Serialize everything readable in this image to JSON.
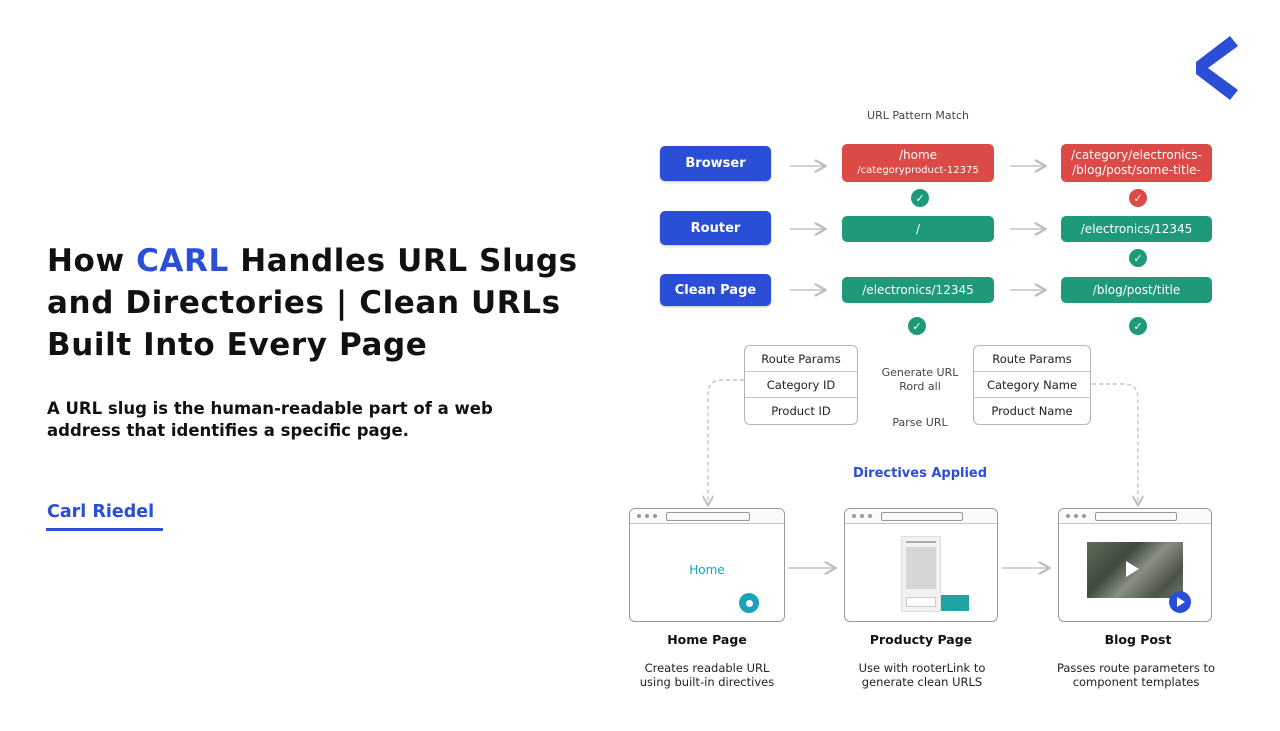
{
  "headline": {
    "part1": "How ",
    "accent": "CARL",
    "part2": " Handles URL Slugs and Directories | Clean URLs Built Into Every Page"
  },
  "subtitle": "A URL slug is the human-readable part of a web address that identifies a specific page.",
  "author": "Carl Riedel",
  "diagram": {
    "pattern_label": "URL Pattern Match",
    "rows": [
      {
        "label": "Browser",
        "middle": [
          "/home",
          "/categoryproduct-12375"
        ],
        "right": [
          "/category/electronics-",
          "/blog/post/some-title-"
        ]
      },
      {
        "label": "Router",
        "middle": [
          "/"
        ],
        "right": [
          "/electronics/12345"
        ]
      },
      {
        "label": "Clean Page",
        "middle": [
          "/electronics/12345"
        ],
        "right": [
          "/blog/post/title"
        ]
      }
    ],
    "left_table": [
      "Route Params",
      "Category ID",
      "Product ID"
    ],
    "right_table": [
      "Route Params",
      "Category Name",
      "Product Name"
    ],
    "generate_label_1": "Generate URL",
    "generate_label_2": "Rord all",
    "parse_label": "Parse URL",
    "directives_label": "Directives Applied",
    "cards": [
      {
        "window_text": "Home",
        "title": "Home Page",
        "desc1": "Creates readable URL",
        "desc2": "using built-in directives"
      },
      {
        "title": "Producty Page",
        "desc1": "Use with rooterLink to",
        "desc2": "generate clean URLS"
      },
      {
        "title": "Blog Post",
        "desc1": "Passes route parameters to",
        "desc2": "component templates"
      }
    ]
  },
  "colors": {
    "accent": "#2a4fd6",
    "green": "#1f9a78",
    "red": "#dc4a47",
    "teal": "#1aa3b8"
  },
  "icons": [
    "logo-chevron-icon",
    "check-icon",
    "cross-check-icon",
    "arrow-right-icon",
    "play-icon",
    "record-icon"
  ]
}
